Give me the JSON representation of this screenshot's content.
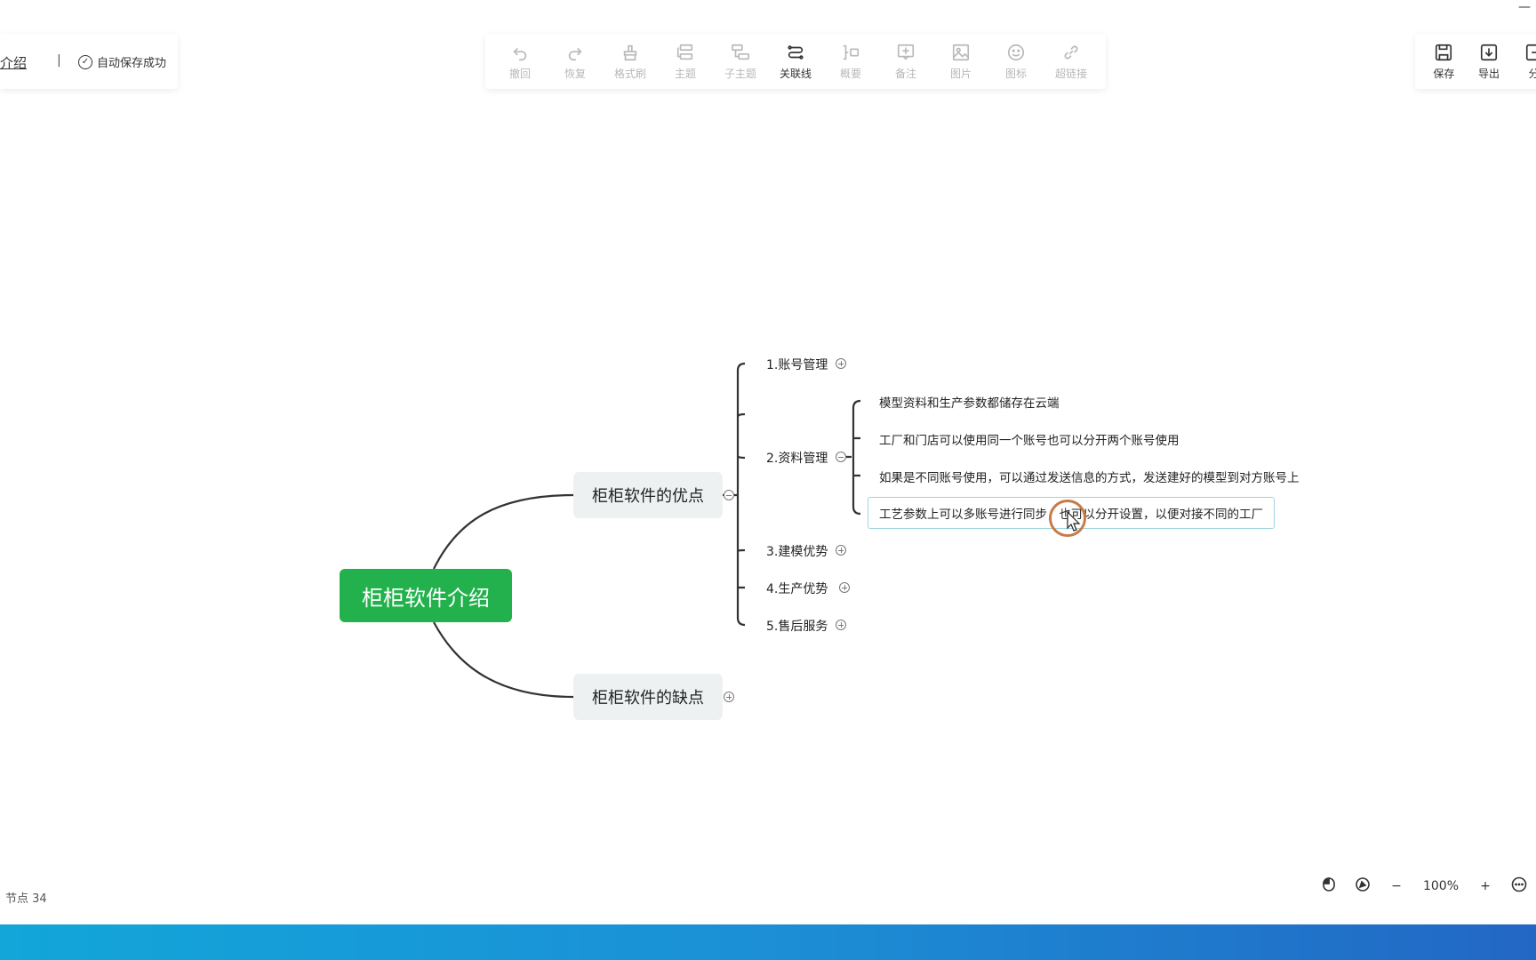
{
  "header": {
    "doc_title": "介绍",
    "separator": "|",
    "save_status": "自动保存成功"
  },
  "toolbar": {
    "items": [
      {
        "label": "撤回",
        "icon": "undo-icon",
        "enabled": false
      },
      {
        "label": "恢复",
        "icon": "redo-icon",
        "enabled": false
      },
      {
        "label": "格式刷",
        "icon": "format-brush-icon",
        "enabled": false
      },
      {
        "label": "主题",
        "icon": "topic-icon",
        "enabled": false
      },
      {
        "label": "子主题",
        "icon": "subtopic-icon",
        "enabled": false
      },
      {
        "label": "关联线",
        "icon": "relation-line-icon",
        "enabled": true
      },
      {
        "label": "概要",
        "icon": "summary-icon",
        "enabled": false
      },
      {
        "label": "备注",
        "icon": "note-icon",
        "enabled": false
      },
      {
        "label": "图片",
        "icon": "image-icon",
        "enabled": false
      },
      {
        "label": "图标",
        "icon": "emoji-icon",
        "enabled": false
      },
      {
        "label": "超链接",
        "icon": "link-icon",
        "enabled": false
      }
    ],
    "right": [
      {
        "label": "保存",
        "icon": "save-icon"
      },
      {
        "label": "导出",
        "icon": "export-icon"
      },
      {
        "label": "分",
        "icon": "share-icon"
      }
    ]
  },
  "mindmap": {
    "root": "柜柜软件介绍",
    "branches": [
      {
        "label": "柜柜软件的优点",
        "expanded": true
      },
      {
        "label": "柜柜软件的缺点",
        "expanded": false
      }
    ],
    "sub_topics": [
      "1.账号管理",
      "2.资料管理",
      "3.建模优势",
      "4.生产优势",
      "5.售后服务"
    ],
    "leaves": [
      "模型资料和生产参数都储存在云端",
      "工厂和门店可以使用同一个账号也可以分开两个账号使用",
      "如果是不同账号使用，可以通过发送信息的方式，发送建好的模型到对方账号上",
      "工艺参数上可以多账号进行同步，也可以分开设置，以便对接不同的工厂"
    ]
  },
  "footer": {
    "node_count": "节点 34",
    "zoom": "100%",
    "zoom_out": "−",
    "zoom_in": "+"
  },
  "colors": {
    "root_bg": "#22b14c",
    "branch_bg": "#eef1f2",
    "cursor_ring": "#c97a45",
    "selection_border": "#9fd4de"
  }
}
